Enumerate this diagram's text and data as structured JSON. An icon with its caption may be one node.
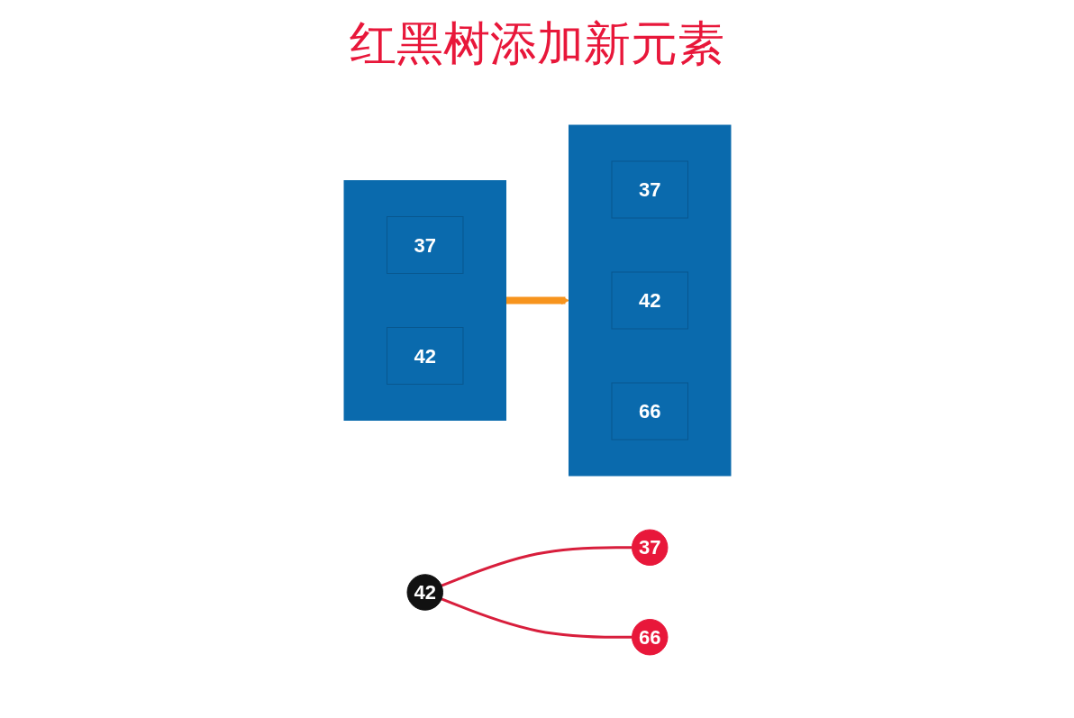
{
  "diagram": {
    "title": "红黑树添加新元素",
    "nodes": [
      {
        "text": [
          "42"
        ]
      },
      {
        "text": [
          "37"
        ]
      },
      {
        "text": [
          "66"
        ]
      },
      {
        "text": [],
        "shape": "box"
      },
      {
        "text": [
          "37"
        ],
        "in": 3
      },
      {
        "text": [
          "42"
        ],
        "in": 3
      },
      {
        "text": [],
        "shape": "box"
      },
      {
        "text": [
          "37"
        ],
        "in": 6
      },
      {
        "text": [
          "42"
        ],
        "in": 6
      },
      {
        "text": [
          "66"
        ],
        "in": 6
      }
    ],
    "edges": [
      {
        "from": 0,
        "to": 1,
        "arrow": "none"
      },
      {
        "from": 0,
        "to": 2,
        "arrow": "none"
      },
      {
        "from": 3,
        "to": 6,
        "arrow": "to",
        "style": "thick",
        "color": "#f7941d"
      }
    ]
  }
}
